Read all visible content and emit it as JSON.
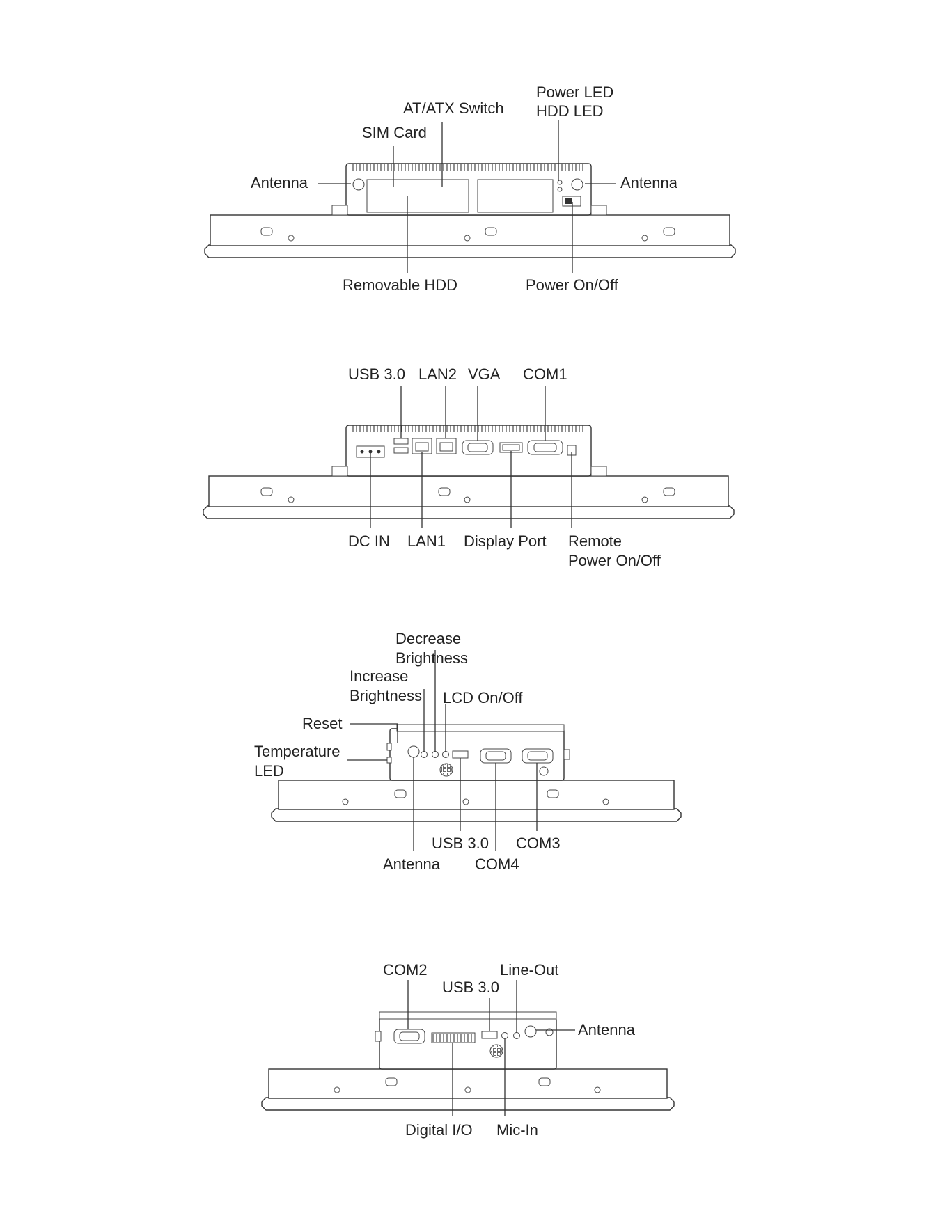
{
  "views": {
    "top": {
      "labels": {
        "power_led": "Power LED",
        "hdd_led": "HDD LED",
        "at_atx_switch": "AT/ATX Switch",
        "sim_card": "SIM Card",
        "antenna_left": "Antenna",
        "antenna_right": "Antenna",
        "removable_hdd": "Removable HDD",
        "power_on_off": "Power On/Off"
      }
    },
    "rear": {
      "labels": {
        "usb30": "USB 3.0",
        "lan2": "LAN2",
        "vga": "VGA",
        "com1": "COM1",
        "dc_in": "DC IN",
        "lan1": "LAN1",
        "display_port": "Display Port",
        "remote_line1": "Remote",
        "remote_line2": "Power On/Off"
      }
    },
    "left": {
      "labels": {
        "decrease_line1": "Decrease",
        "decrease_line2": "Brightness",
        "increase_line1": "Increase",
        "increase_line2": "Brightness",
        "lcd_on_off": "LCD On/Off",
        "reset": "Reset",
        "temp_line1": "Temperature",
        "temp_line2": "LED",
        "usb30": "USB 3.0",
        "com3": "COM3",
        "antenna": "Antenna",
        "com4": "COM4"
      }
    },
    "right": {
      "labels": {
        "com2": "COM2",
        "line_out": "Line-Out",
        "usb30": "USB 3.0",
        "antenna": "Antenna",
        "digital_io": "Digital I/O",
        "mic_in": "Mic-In"
      }
    }
  }
}
